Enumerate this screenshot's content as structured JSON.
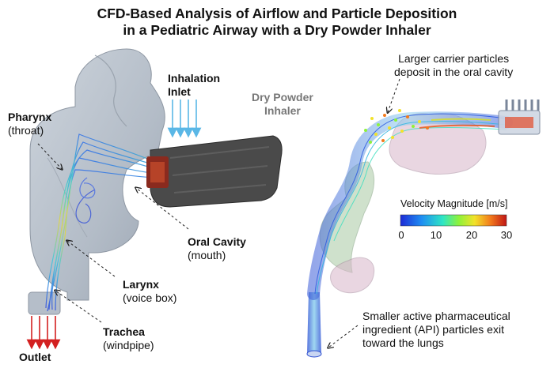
{
  "title": {
    "line1": "CFD-Based Analysis of Airflow and Particle Deposition",
    "line2": "in a Pediatric Airway with a Dry Powder Inhaler"
  },
  "labels": {
    "inhalation_inlet": [
      "Inhalation",
      "Inlet"
    ],
    "dry_powder_inhaler": [
      "Dry Powder",
      "Inhaler"
    ],
    "pharynx": {
      "name": "Pharynx",
      "note": "(throat)"
    },
    "oral_cavity": {
      "name": "Oral Cavity",
      "note": "(mouth)"
    },
    "larynx": {
      "name": "Larynx",
      "note": "(voice box)"
    },
    "trachea": {
      "name": "Trachea",
      "note": "(windpipe)"
    },
    "outlet": "Outlet",
    "carrier_particles": [
      "Larger carrier particles",
      "deposit in the oral cavity"
    ],
    "api_particles": [
      "Smaller active pharmaceutical",
      "ingredient (API) particles exit",
      "toward the lungs"
    ]
  },
  "colorbar": {
    "title": "Velocity Magnitude [m/s]",
    "ticks": [
      "0",
      "10",
      "20",
      "30"
    ],
    "range": [
      0,
      30
    ],
    "colors": [
      "#1d2bd6",
      "#1f8ef2",
      "#2ee6c4",
      "#8ef23a",
      "#f2e22a",
      "#f27a1c",
      "#c01616"
    ]
  },
  "colors": {
    "airway_solid": "#b9c2cd",
    "inhaler_body": "#4a4a4a",
    "inlet_arrows": "#5ab7e6",
    "outlet_arrows": "#d32020"
  }
}
